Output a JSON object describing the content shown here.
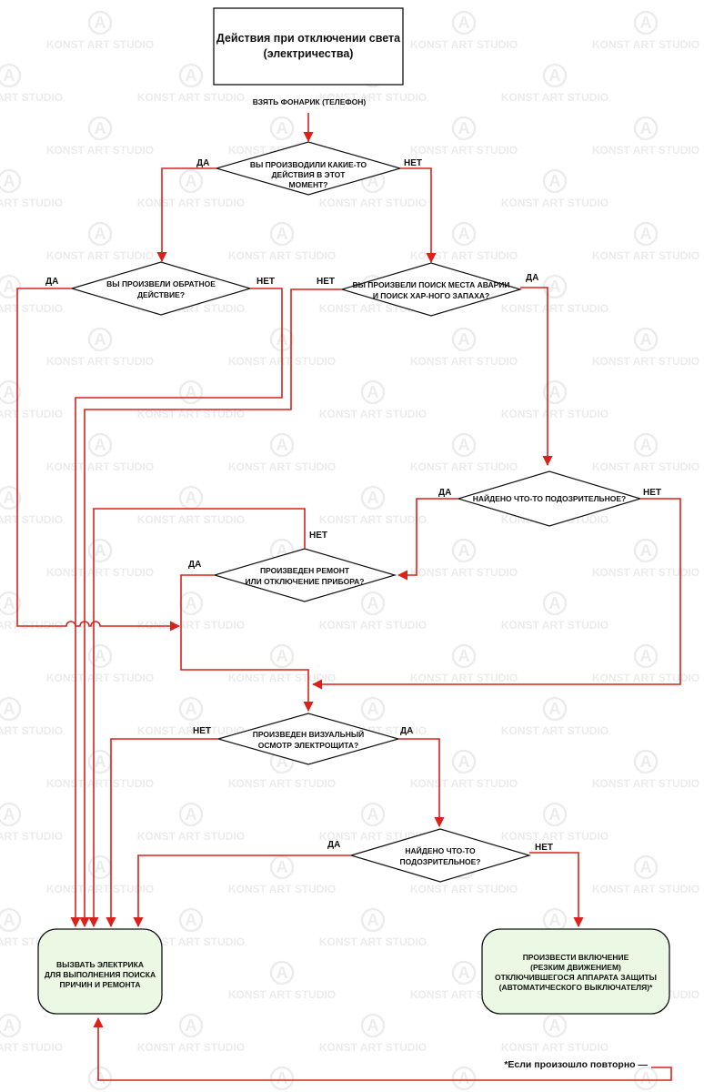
{
  "watermark": {
    "symbol": "A",
    "text_left": "KONST",
    "text_mid": "ART",
    "text_right": "STUDIO"
  },
  "title": {
    "line1": "Действия при отключении света",
    "line2": "(электричества)"
  },
  "steps": {
    "take_flashlight": "ВЗЯТЬ ФОНАРИК (ТЕЛЕФОН)"
  },
  "decisions": {
    "q1": [
      "ВЫ ПРОИЗВОДИЛИ КАКИЕ-ТО",
      "ДЕЙСТВИЯ  В ЭТОТ",
      "МОМЕНТ?"
    ],
    "q2": [
      "ВЫ ПРОИЗВЕЛИ ОБРАТНОЕ",
      "ДЕЙСТВИЕ?"
    ],
    "q3": [
      "ВЫ ПРОИЗВЕЛИ ПОИСК МЕСТА АВАРИИ",
      "И ПОИСК ХАР-НОГО ЗАПАХА?"
    ],
    "q4": [
      "НАЙДЕНО ЧТО-ТО ПОДОЗРИТЕЛЬНОЕ?"
    ],
    "q5": [
      "ПРОИЗВЕДЕН РЕМОНТ",
      "ИЛИ ОТКЛЮЧЕНИЕ ПРИБОРА?"
    ],
    "q6": [
      "ПРОИЗВЕДЕН ВИЗУАЛЬНЫЙ",
      "ОСМОТР ЭЛЕКТРОЩИТА?"
    ],
    "q7": [
      "НАЙДЕНО ЧТО-ТО",
      "ПОДОЗРИТЕЛЬНОЕ?"
    ]
  },
  "labels": {
    "yes": "ДА",
    "no": "НЕТ"
  },
  "outcomes": {
    "call_electrician": [
      "ВЫЗВАТЬ ЭЛЕКТРИКА",
      "ДЛЯ ВЫПОЛНЕНИЯ ПОИСКА",
      "ПРИЧИН И РЕМОНТА"
    ],
    "switch_on": [
      "ПРОИЗВЕСТИ ВКЛЮЧЕНИЕ",
      "(РЕЗКИМ ДВИЖЕНИЕМ)",
      "ОТКЛЮЧИВШЕГОСЯ АППАРАТА ЗАЩИТЫ",
      "(АВТОМАТИЧЕСКОГО ВЫКЛЮЧАТЕЛЯ)*"
    ]
  },
  "footnote": "*Если произошло повторно —",
  "colors": {
    "arrow": "#d9221c",
    "outline": "#111111",
    "outcome_fill": "#eaf8e4",
    "watermark": "#ececec"
  }
}
